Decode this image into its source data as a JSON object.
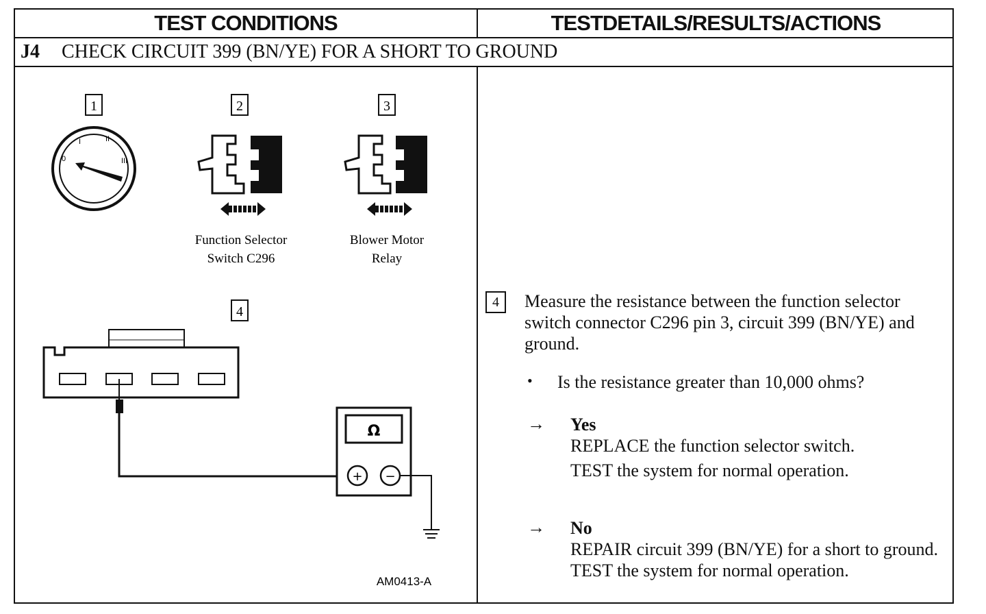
{
  "header": {
    "left": "TEST CONDITIONS",
    "right": "TESTDETAILS/RESULTS/ACTIONS"
  },
  "step": {
    "id": "J4",
    "title": "CHECK CIRCUIT 399 (BN/YE) FOR A SHORT TO GROUND"
  },
  "diagram": {
    "box1": "1",
    "box2": "2",
    "box3": "3",
    "box4": "4",
    "switch_marks": [
      "0",
      "I",
      "II",
      "III"
    ],
    "label2_line1": "Function Selector",
    "label2_line2": "Switch C296",
    "label3_line1": "Blower Motor",
    "label3_line2": "Relay",
    "meter_symbol": "Ω",
    "plus": "+",
    "minus": "−",
    "figure_id": "AM0413-A"
  },
  "results": {
    "step_number": "4",
    "measure_text": "Measure the resistance between the function selector switch connector C296 pin 3, circuit 399 (BN/YE) and ground.",
    "bullet": "•",
    "question": "Is the resistance greater than 10,000 ohms?",
    "arrow": "→",
    "yes_label": "Yes",
    "yes_line1": "REPLACE the function selector switch.",
    "yes_line2": "TEST the system for normal operation.",
    "no_label": "No",
    "no_text": "REPAIR circuit 399 (BN/YE) for a short to ground. TEST the system for normal operation."
  }
}
